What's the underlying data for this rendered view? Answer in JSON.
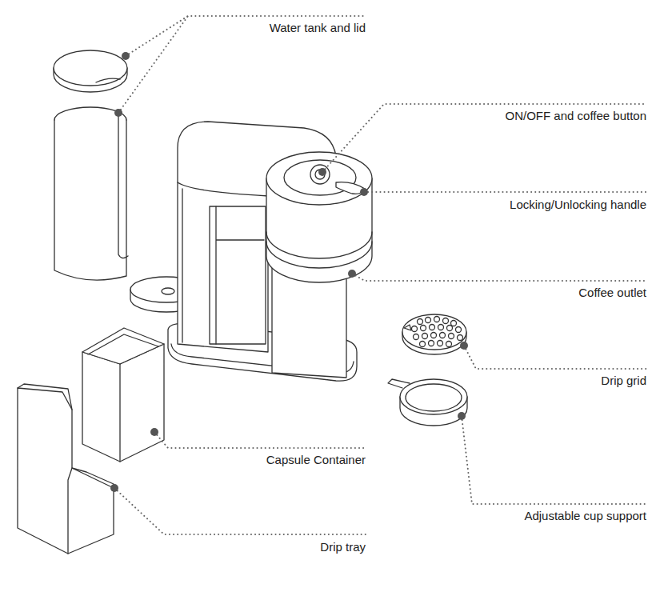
{
  "diagram": {
    "labels": [
      "Water tank and lid",
      "ON/OFF and coffee button",
      "Locking/Unlocking handle",
      "Coffee outlet",
      "Drip grid",
      "Capsule Container",
      "Adjustable cup support",
      "Drip tray"
    ]
  }
}
